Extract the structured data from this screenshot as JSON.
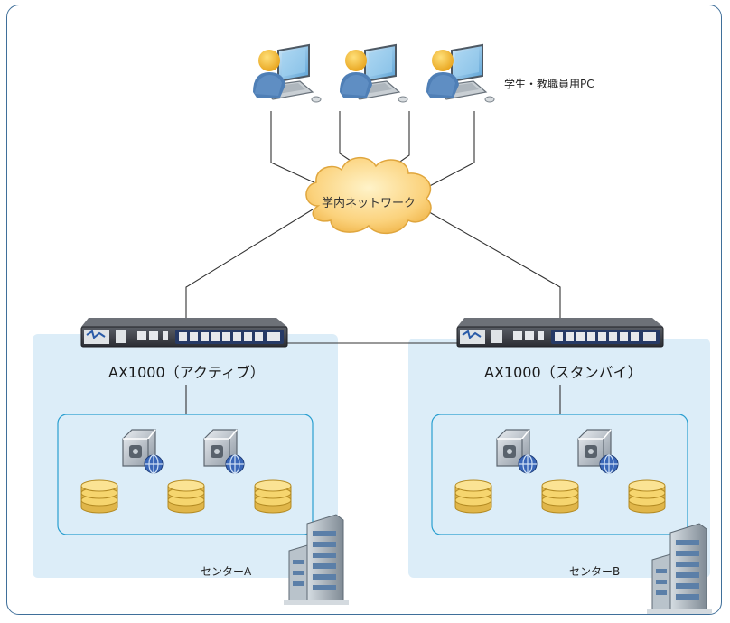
{
  "pc_group": {
    "label": "学生・教職員用PC"
  },
  "network": {
    "label": "学内ネットワーク"
  },
  "sites": [
    {
      "device_label": "AX1000（アクティブ）",
      "center_label": "センターA"
    },
    {
      "device_label": "AX1000（スタンバイ）",
      "center_label": "センターB"
    }
  ],
  "colors": {
    "frame": "#3f6f9a",
    "zone_fill": "#dcedf8",
    "zone_border": "#2a9fd0",
    "cloud_fill": "#fbd27c",
    "database": "#f2cc5a",
    "device_body": "#3a3d44"
  },
  "icons": [
    "user-pc-icon",
    "cloud-icon",
    "load-balancer-icon",
    "server-icon",
    "database-icon",
    "building-icon"
  ]
}
